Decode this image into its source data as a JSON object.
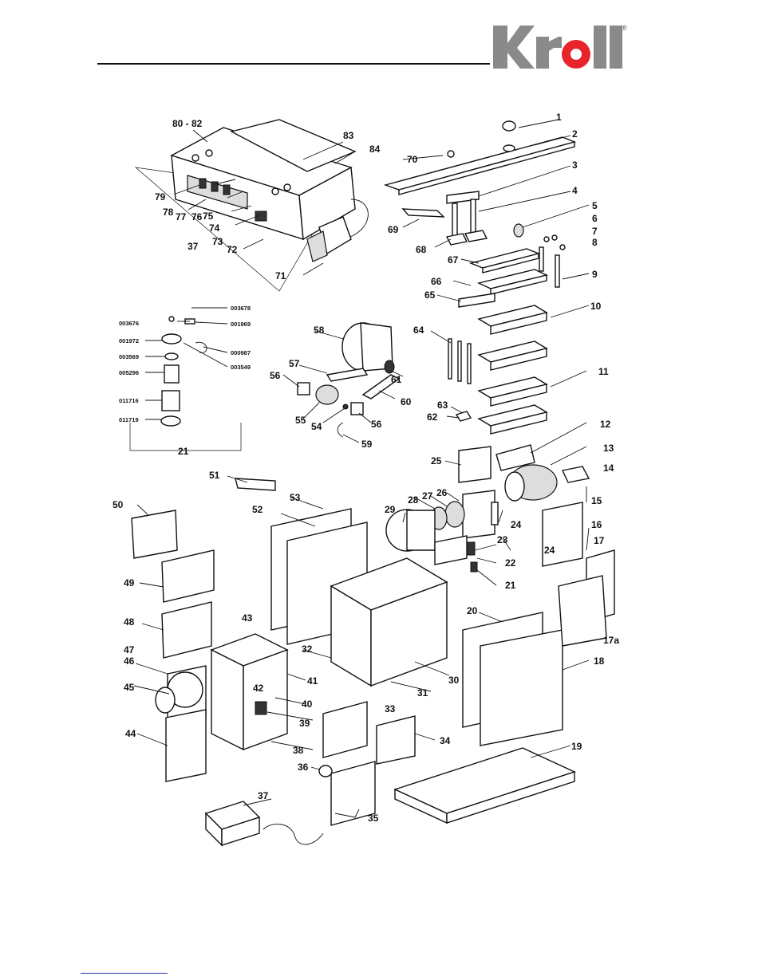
{
  "brand": {
    "logo_text": "Kroll",
    "registered_mark": "®",
    "logo_color": "#8a8a8a",
    "logo_accent": "#e8242a"
  },
  "callouts": {
    "c1": "1",
    "c2": "2",
    "c3": "3",
    "c4": "4",
    "c5": "5",
    "c6": "6",
    "c7": "7",
    "c8": "8",
    "c9": "9",
    "c10": "10",
    "c11": "11",
    "c12": "12",
    "c13": "13",
    "c14": "14",
    "c15": "15",
    "c16": "16",
    "c17": "17",
    "c17a": "17a",
    "c18": "18",
    "c19": "19",
    "c20": "20",
    "c21": "21",
    "c21b": "21",
    "c22": "22",
    "c23": "23",
    "c24a": "24",
    "c24b": "24",
    "c25": "25",
    "c26": "26",
    "c27": "27",
    "c28": "28",
    "c29": "29",
    "c30": "30",
    "c31": "31",
    "c32": "32",
    "c33": "33",
    "c34": "34",
    "c35": "35",
    "c36": "36",
    "c37": "37",
    "c37b": "37",
    "c38": "38",
    "c39": "39",
    "c40": "40",
    "c41": "41",
    "c42": "42",
    "c43": "43",
    "c44": "44",
    "c45": "45",
    "c46": "46",
    "c47": "47",
    "c48": "48",
    "c49": "49",
    "c50": "50",
    "c51": "51",
    "c52": "52",
    "c53": "53",
    "c54": "54",
    "c55": "55",
    "c56a": "56",
    "c56b": "56",
    "c57": "57",
    "c58": "58",
    "c59": "59",
    "c60": "60",
    "c61": "61",
    "c62": "62",
    "c63": "63",
    "c64": "64",
    "c65": "65",
    "c66": "66",
    "c67": "67",
    "c68": "68",
    "c69": "69",
    "c70": "70",
    "c71": "71",
    "c72": "72",
    "c73": "73",
    "c74": "74",
    "c75": "75",
    "c76": "76",
    "c77": "77",
    "c78": "78",
    "c79": "79",
    "c80_82": "80 - 82",
    "c83": "83",
    "c84": "84"
  },
  "part_codes": {
    "k003676": "003676",
    "k003678": "003678",
    "k001969": "001969",
    "k001972": "001972",
    "k000987": "000987",
    "k003569": "003569",
    "k003549": "003549",
    "k005296": "005296",
    "k011716": "011716",
    "k011719": "011719"
  }
}
